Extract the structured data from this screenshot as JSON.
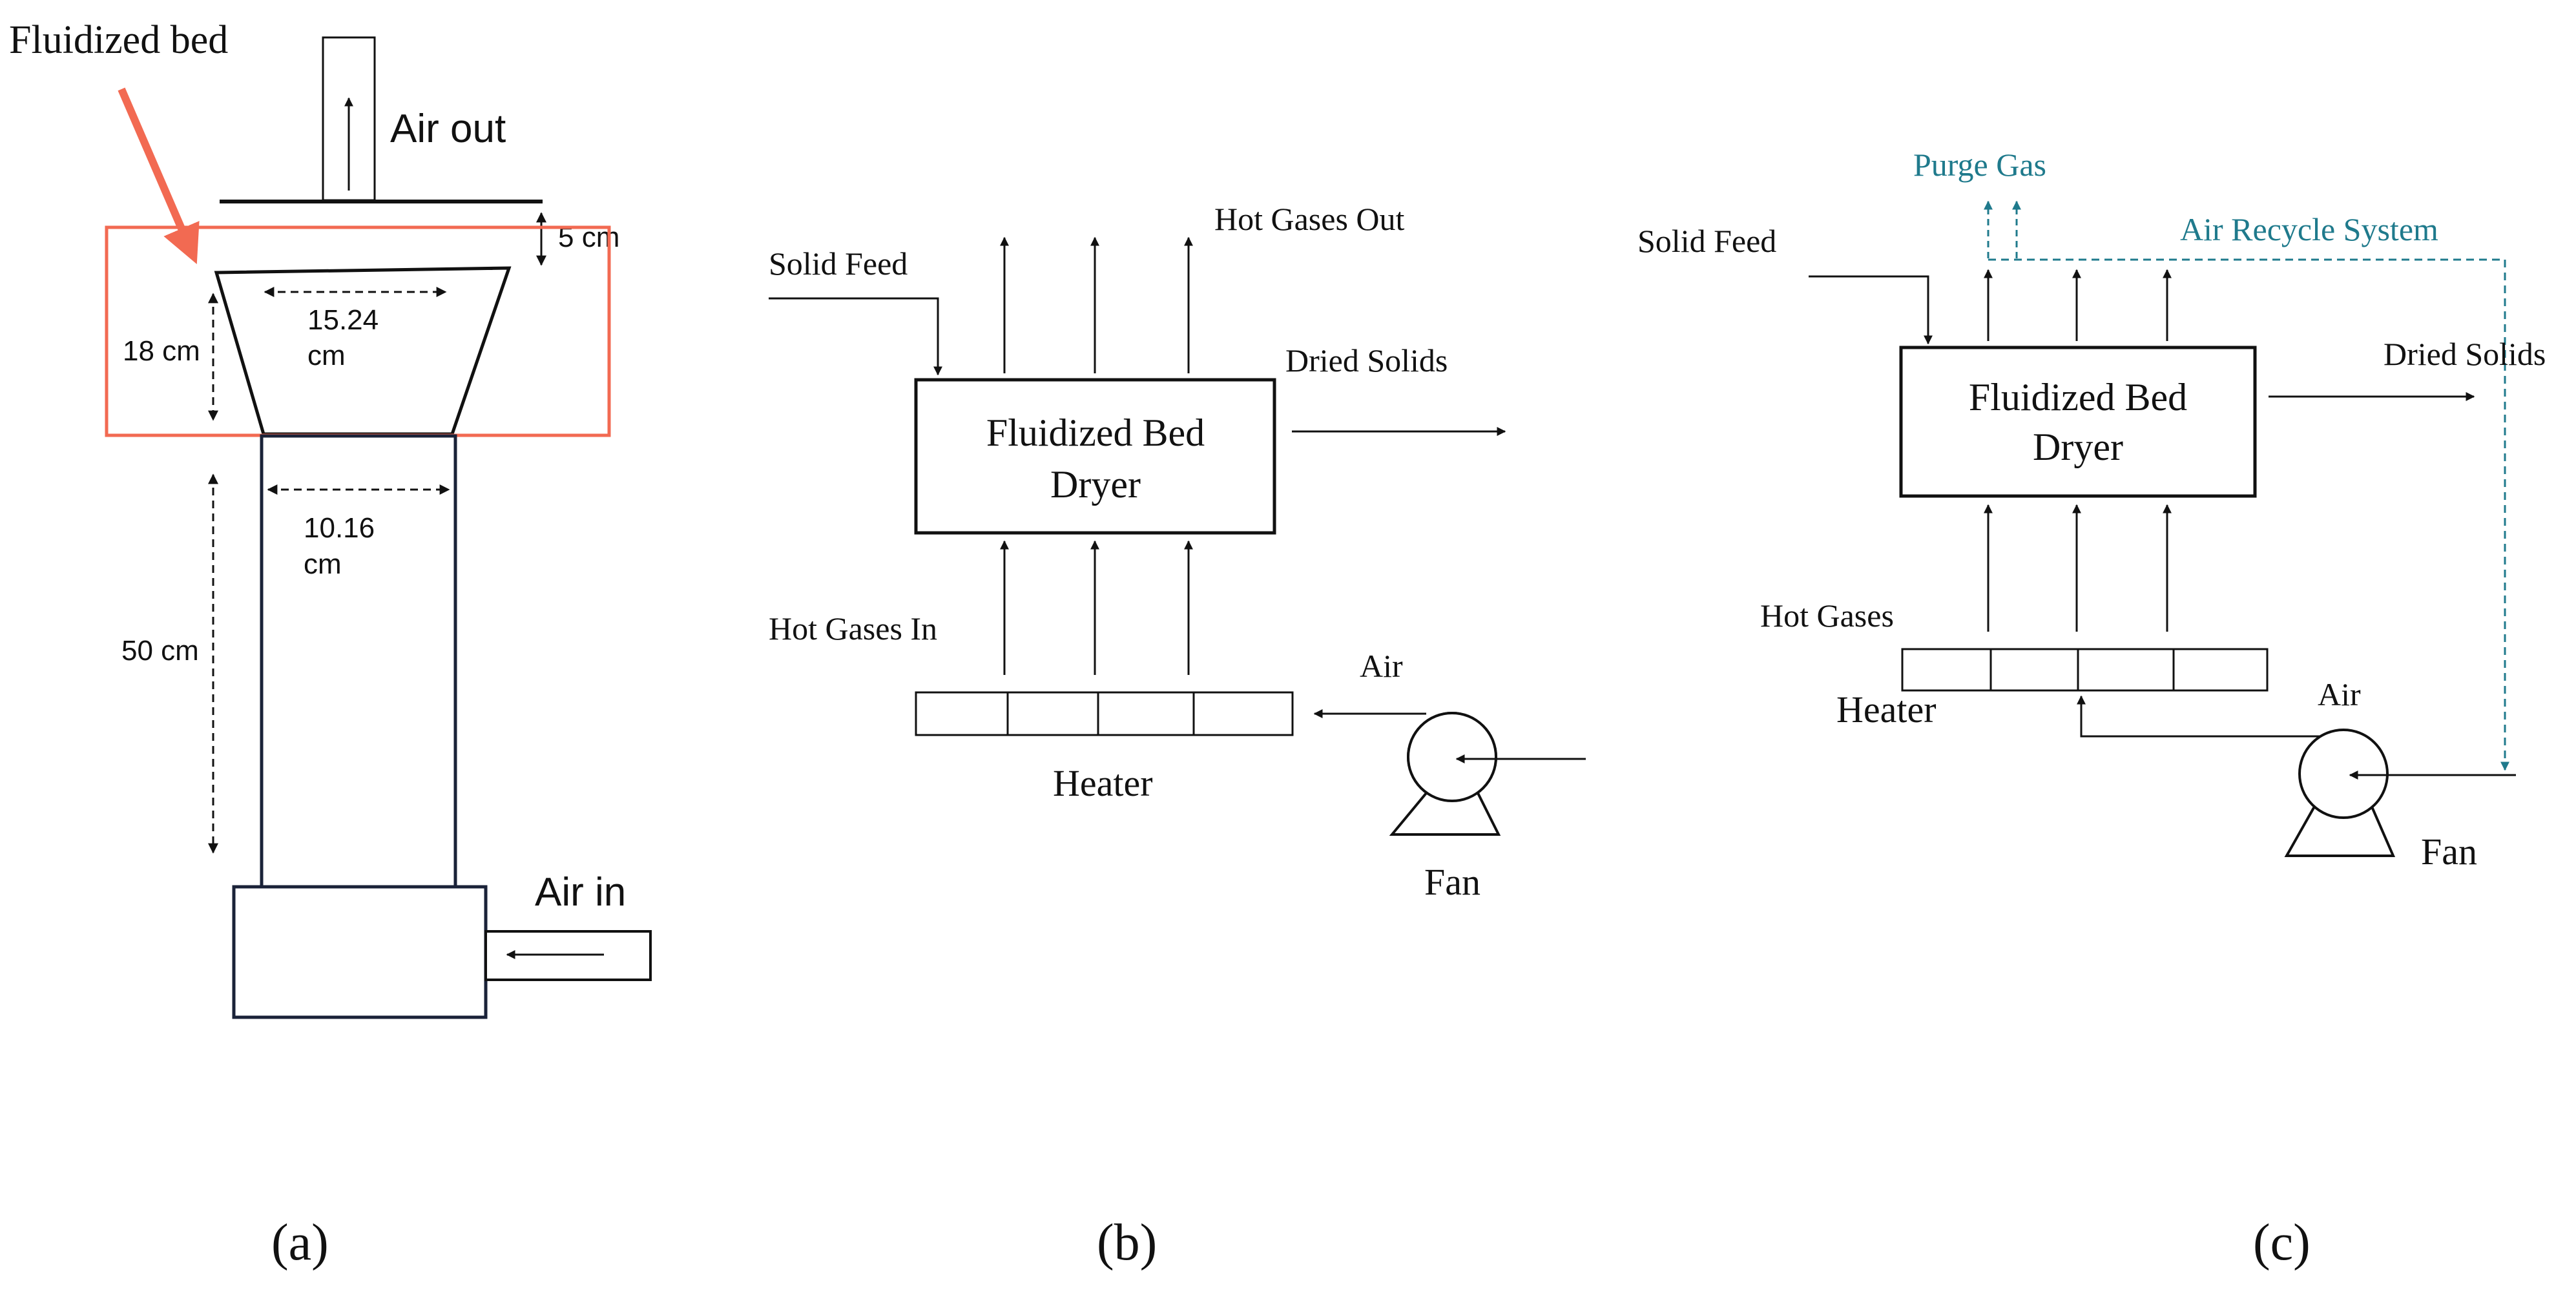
{
  "colors": {
    "ink": "#111111",
    "highlight": "#f26a52",
    "accent": "#1f7a8c",
    "fill_white": "#ffffff"
  },
  "panel_a": {
    "highlight_label": "Fluidized bed",
    "air_out": "Air out",
    "air_in": "Air in",
    "dim_top_gap": "5 cm",
    "dim_top_width_1": "15.24",
    "dim_top_width_2": "cm",
    "dim_cone_height": "18 cm",
    "dim_column_width_1": "10.16",
    "dim_column_width_2": "cm",
    "dim_column_height": "50 cm",
    "caption": "(a)"
  },
  "panel_b": {
    "solid_feed": "Solid Feed",
    "hot_gases_out": "Hot Gases Out",
    "dried_solids": "Dried Solids",
    "dryer_line1": "Fluidized Bed",
    "dryer_line2": "Dryer",
    "hot_gases_in": "Hot Gases In",
    "heater": "Heater",
    "air": "Air",
    "fan": "Fan",
    "caption": "(b)"
  },
  "panel_c": {
    "purge_gas": "Purge Gas",
    "air_recycle": "Air Recycle System",
    "solid_feed": "Solid Feed",
    "dried_solids": "Dried Solids",
    "dryer_line1": "Fluidized Bed",
    "dryer_line2": "Dryer",
    "hot_gases": "Hot Gases",
    "heater": "Heater",
    "air": "Air",
    "fan": "Fan",
    "caption": "(c)"
  }
}
